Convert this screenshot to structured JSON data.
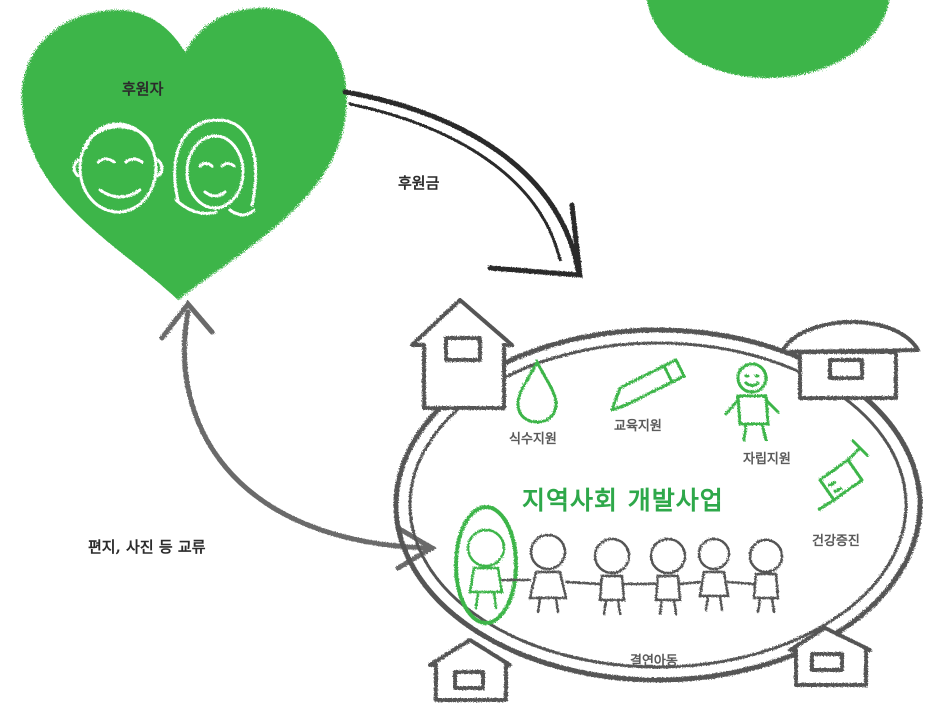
{
  "colors": {
    "green": "#3cb548",
    "green_dark": "#2ea84a",
    "chalk_gray": "#555555",
    "chalk_dark": "#2a2a2a",
    "background": "#ffffff"
  },
  "sponsor": {
    "label": "후원자"
  },
  "flows": {
    "donation_label": "후원금",
    "exchange_label": "편지, 사진 등 교류"
  },
  "community": {
    "title": "지역사회 개발사업",
    "children_label": "결연아동",
    "programs": [
      {
        "label": "식수지원",
        "icon": "water-drop-icon"
      },
      {
        "label": "교육지원",
        "icon": "pencil-icon"
      },
      {
        "label": "자립지원",
        "icon": "person-icon"
      },
      {
        "label": "건강증진",
        "icon": "syringe-icon"
      }
    ]
  }
}
